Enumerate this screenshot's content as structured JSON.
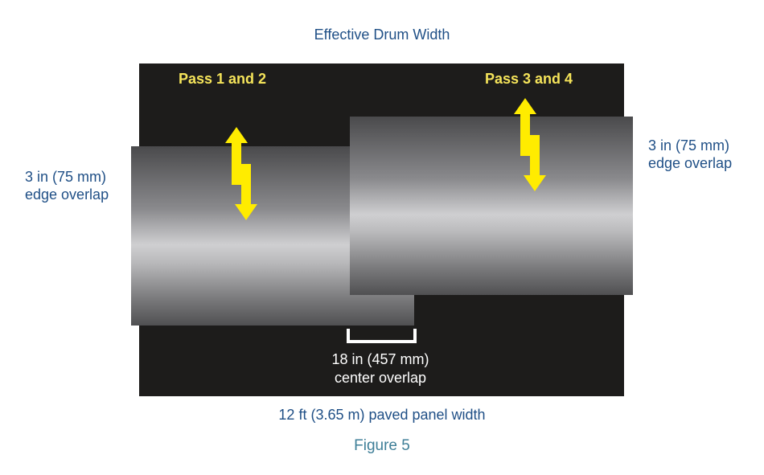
{
  "title": "Effective Drum Width",
  "pass_left": "Pass 1 and 2",
  "pass_right": "Pass 3 and 4",
  "edge_left": {
    "line1": "3 in (75 mm)",
    "line2": "edge overlap"
  },
  "edge_right": {
    "line1": "3 in (75 mm)",
    "line2": "edge overlap"
  },
  "center": {
    "line1": "18 in (457 mm)",
    "line2": "center overlap"
  },
  "bottom_label": "12 ft (3.65 m) paved panel width",
  "figure_label": "Figure 5",
  "colors": {
    "panel": "#1d1c1b",
    "text_blue": "#1f4f86",
    "arrow_yellow": "#ffec00",
    "pass_label": "#f5e45a"
  }
}
